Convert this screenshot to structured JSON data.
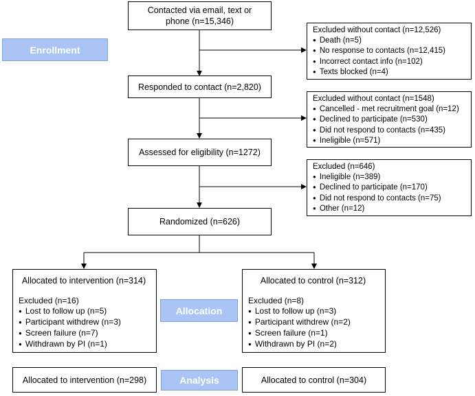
{
  "stages": {
    "enrollment": "Enrollment",
    "allocation": "Allocation",
    "analysis": "Analysis"
  },
  "main": {
    "contacted": "Contacted via email, text or phone (n=15,346)",
    "responded": "Responded to contact (n=2,820)",
    "assessed": "Assessed for eligibility (n=1272)",
    "randomized": "Randomized (n=626)"
  },
  "excluded_1": {
    "title": "Excluded without contact (n=12,526)",
    "items": [
      "Death (n=5)",
      "No response to contacts (n=12,415)",
      "Incorrect contact info (n=102)",
      "Texts blocked (n=4)"
    ]
  },
  "excluded_2": {
    "title": "Excluded without contact (n=1548)",
    "items": [
      "Cancelled - met recruitment goal (n=12)",
      "Declined to participate (n=530)",
      "Did not respond to contacts (n=435)",
      "Ineligible (n=571)"
    ]
  },
  "excluded_3": {
    "title": "Excluded (n=646)",
    "items": [
      "Ineligible (n=389)",
      "Declined to participate (n=170)",
      "Did not respond to contacts (n=75)",
      "Other (n=12)"
    ]
  },
  "intervention": {
    "title": "Allocated to intervention (n=314)",
    "excluded_title": "Excluded (n=16)",
    "items": [
      "Lost to follow up (n=5)",
      "Participant withdrew (n=3)",
      "Screen failure (n=7)",
      "Withdrawn by PI (n=1)"
    ],
    "analysis": "Allocated to intervention (n=298)"
  },
  "control": {
    "title": "Allocated to control (n=312)",
    "excluded_title": "Excluded (n=8)",
    "items": [
      "Lost to follow up (n=3)",
      "Participant withdrew (n=2)",
      "Screen failure (n=1)",
      "Withdrawn by PI (n=2)"
    ],
    "analysis": "Allocated to control (n=304)"
  }
}
